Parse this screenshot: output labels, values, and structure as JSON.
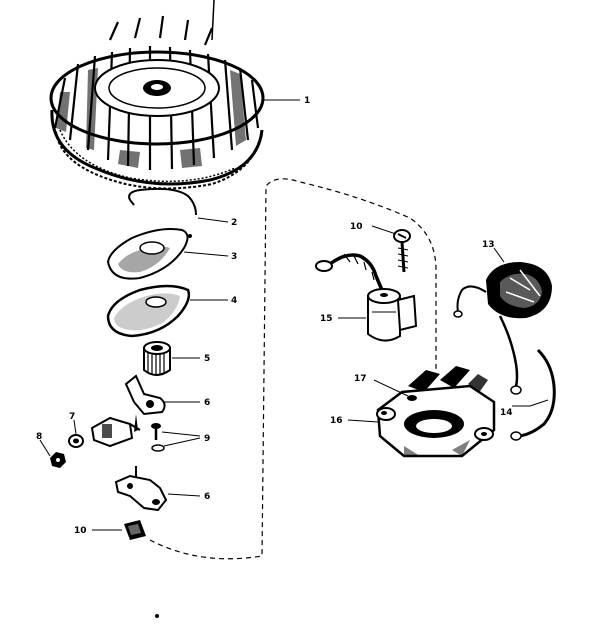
{
  "diagram": {
    "kind": "exploded parts diagram (magneto ignition assembly)",
    "ink_color": "#000000",
    "background_color": "#ffffff",
    "callouts": [
      {
        "id": "callout-1",
        "text": "1"
      },
      {
        "id": "callout-2",
        "text": "2"
      },
      {
        "id": "callout-3",
        "text": "3"
      },
      {
        "id": "callout-4",
        "text": "4"
      },
      {
        "id": "callout-5",
        "text": "5"
      },
      {
        "id": "callout-6a",
        "text": "6"
      },
      {
        "id": "callout-7",
        "text": "7"
      },
      {
        "id": "callout-8",
        "text": "8"
      },
      {
        "id": "callout-9",
        "text": "9"
      },
      {
        "id": "callout-6b",
        "text": "6"
      },
      {
        "id": "callout-10a",
        "text": "10"
      },
      {
        "id": "callout-10b",
        "text": "10"
      },
      {
        "id": "callout-13",
        "text": "13"
      },
      {
        "id": "callout-14",
        "text": "14"
      },
      {
        "id": "callout-15",
        "text": "15"
      },
      {
        "id": "callout-16",
        "text": "16"
      },
      {
        "id": "callout-17",
        "text": "17"
      }
    ]
  }
}
